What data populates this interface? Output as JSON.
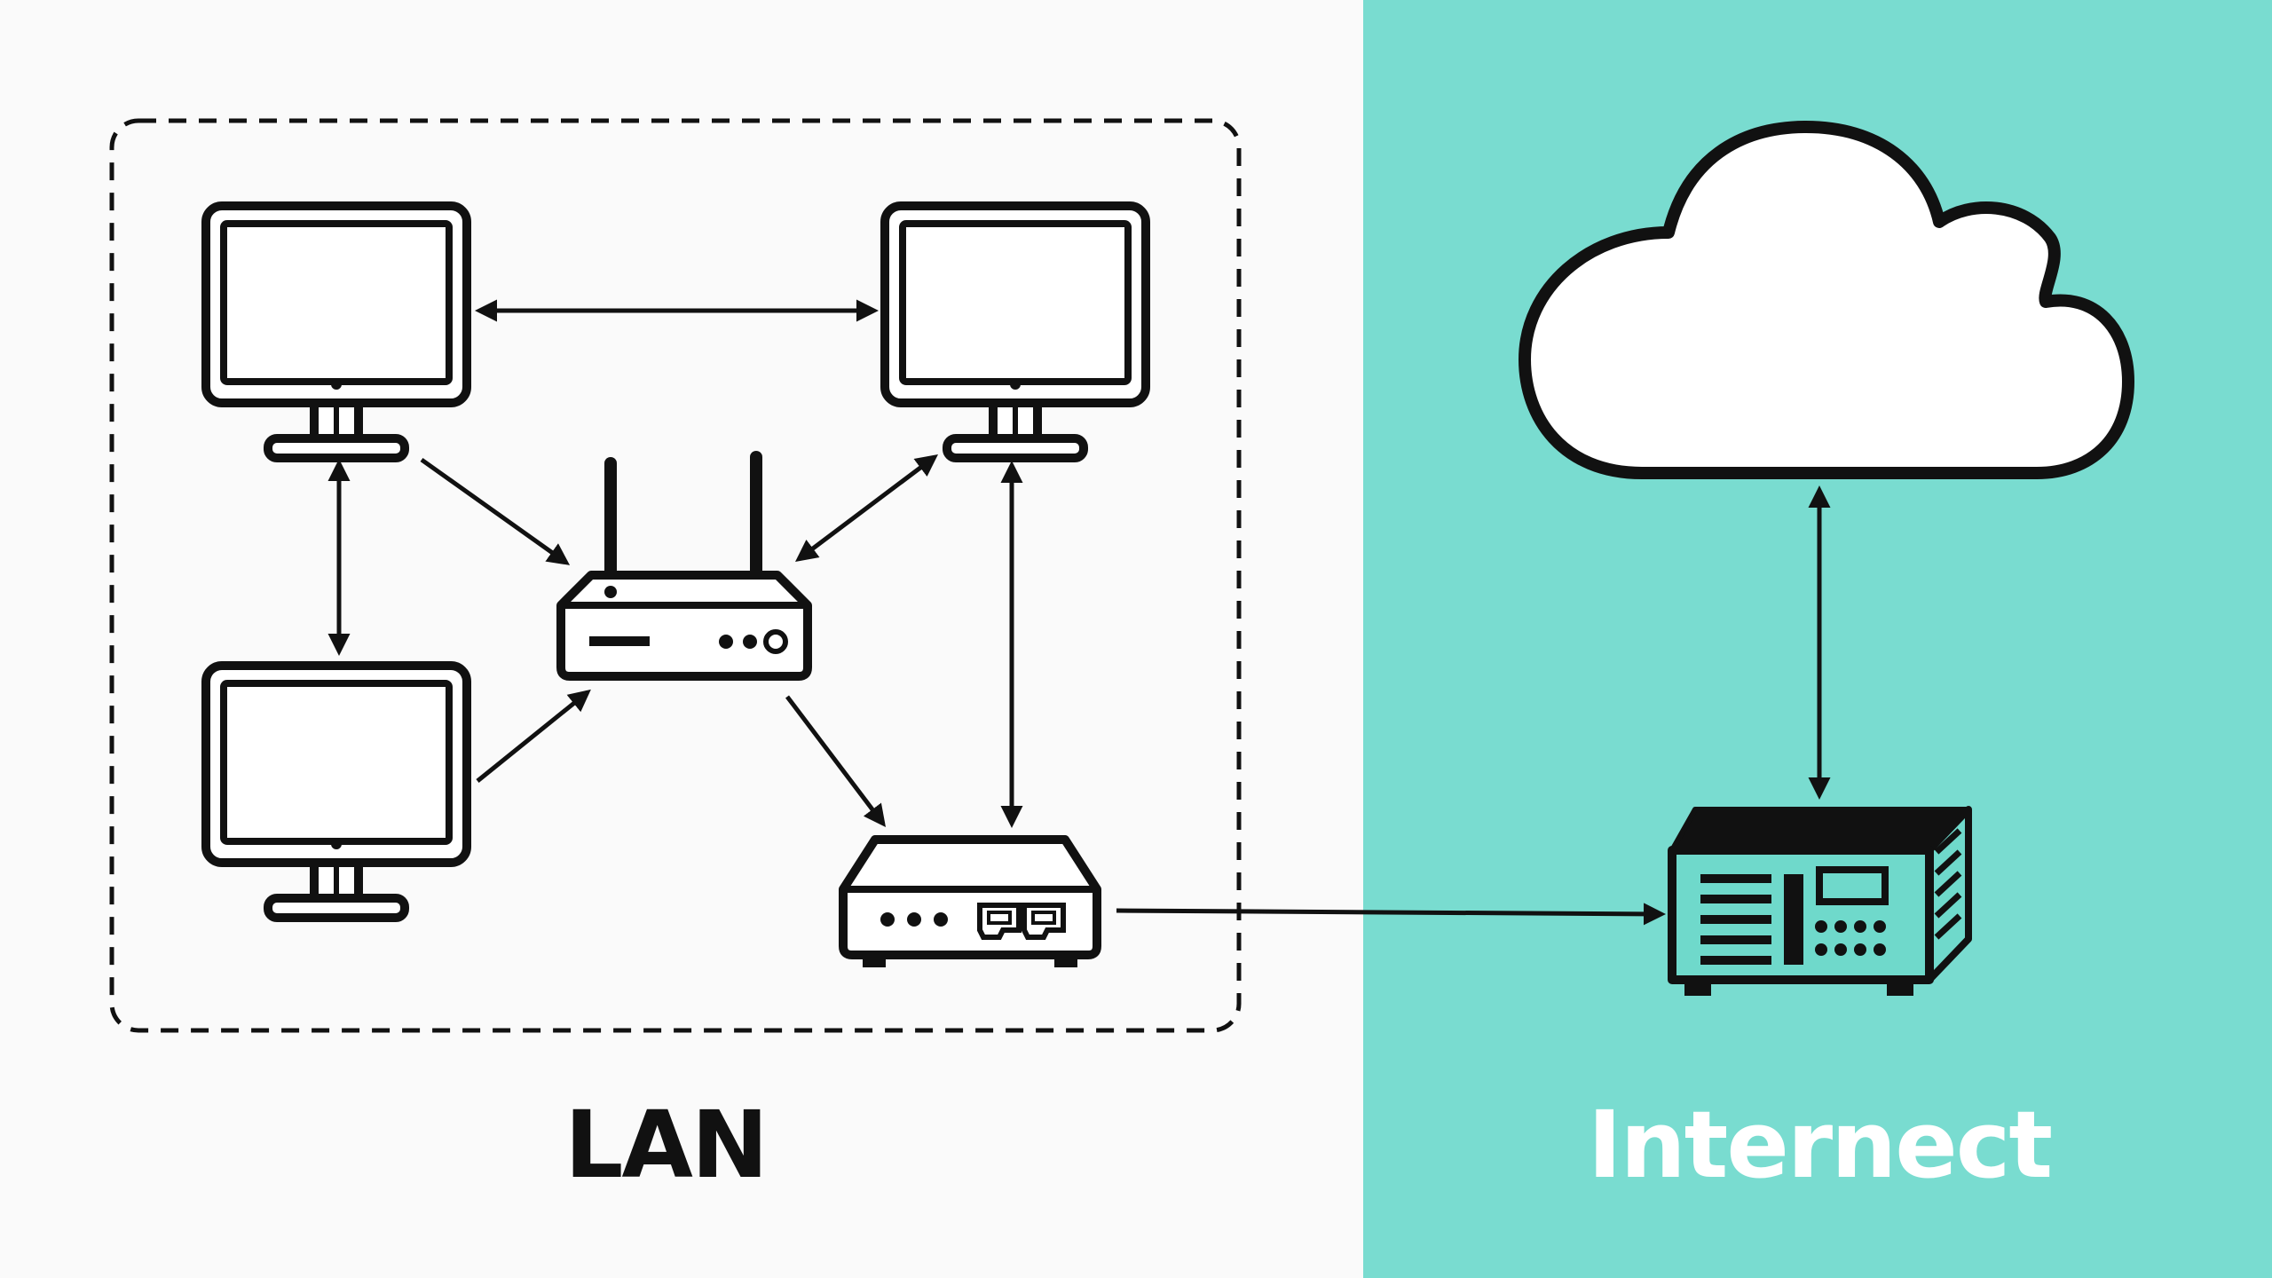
{
  "labels": {
    "lan": "LAN",
    "internet": "Internect"
  },
  "colors": {
    "background": "#fafafa",
    "internet_panel": "#79dcd0",
    "stroke": "#111111",
    "device_fill": "#ffffff",
    "server_fill": "#6fd9cb",
    "cloud_fill": "#ffffff"
  },
  "nodes": [
    {
      "id": "computer-top-left",
      "kind": "computer-icon"
    },
    {
      "id": "computer-top-right",
      "kind": "computer-icon"
    },
    {
      "id": "computer-bottom-left",
      "kind": "computer-icon"
    },
    {
      "id": "wireless-router",
      "kind": "router-icon"
    },
    {
      "id": "modem",
      "kind": "modem-icon"
    },
    {
      "id": "isp-server",
      "kind": "server-icon"
    },
    {
      "id": "cloud",
      "kind": "cloud-icon"
    }
  ],
  "connections": [
    {
      "from": "computer-top-left",
      "to": "computer-top-right",
      "direction": "both"
    },
    {
      "from": "computer-top-left",
      "to": "computer-bottom-left",
      "direction": "both"
    },
    {
      "from": "computer-top-left",
      "to": "wireless-router",
      "direction": "forward"
    },
    {
      "from": "computer-top-right",
      "to": "wireless-router",
      "direction": "both"
    },
    {
      "from": "computer-bottom-left",
      "to": "wireless-router",
      "direction": "forward"
    },
    {
      "from": "wireless-router",
      "to": "modem",
      "direction": "forward"
    },
    {
      "from": "computer-top-right",
      "to": "modem",
      "direction": "both"
    },
    {
      "from": "modem",
      "to": "isp-server",
      "direction": "forward"
    },
    {
      "from": "isp-server",
      "to": "cloud",
      "direction": "both"
    }
  ]
}
